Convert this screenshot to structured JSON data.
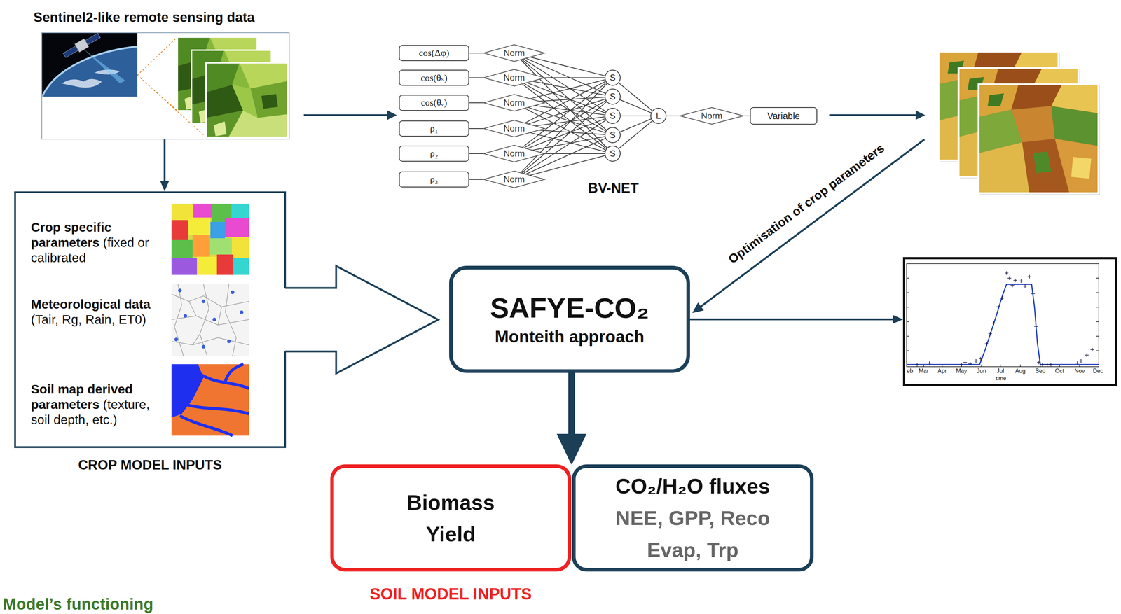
{
  "diagram": {
    "nodes": [
      {
        "text": [
          "Sentinel2-like remote sensing data"
        ]
      },
      {
        "text": [
          "cos(Δφ)"
        ]
      },
      {
        "text": [
          "cos(θₛ)"
        ]
      },
      {
        "text": [
          "cos(θᵥ)"
        ]
      },
      {
        "text": [
          "ρ₁"
        ]
      },
      {
        "text": [
          "ρ₂"
        ]
      },
      {
        "text": [
          "ρ₃"
        ]
      },
      {
        "text": [
          "Norm"
        ]
      },
      {
        "text": [
          "Norm"
        ]
      },
      {
        "text": [
          "Norm"
        ]
      },
      {
        "text": [
          "Norm"
        ]
      },
      {
        "text": [
          "Norm"
        ]
      },
      {
        "text": [
          "Norm"
        ]
      },
      {
        "text": [
          "S"
        ]
      },
      {
        "text": [
          "S"
        ]
      },
      {
        "text": [
          "S"
        ]
      },
      {
        "text": [
          "S"
        ]
      },
      {
        "text": [
          "S"
        ]
      },
      {
        "text": [
          "L"
        ]
      },
      {
        "text": [
          "Norm"
        ]
      },
      {
        "text": [
          "Variable"
        ]
      },
      {
        "text": [
          "Crop specific parameters",
          "(fixed or calibrated",
          "Meteorological data",
          "(Tair, Rg, Rain, ET0)",
          "Soil map derived parameters",
          "(texture, soil depth, etc.)",
          "CROP MODEL INPUTS"
        ]
      },
      {
        "text": [
          "SAFYE-CO₂",
          "Monteith approach"
        ]
      },
      {
        "text": [
          "eb",
          "Mar",
          "Apr",
          "May",
          "Jun",
          "Jul",
          "Aug",
          "Sep",
          "Oct",
          "Nov",
          "Dec",
          "time"
        ]
      },
      {
        "text": [
          "Biomass",
          "Yield",
          "SOIL MODEL INPUTS"
        ]
      },
      {
        "text": [
          "CO₂/H₂O fluxes",
          "NEE, GPP, Reco",
          "Evap, Trp"
        ]
      }
    ],
    "edges": [
      {
        "from": 0,
        "to": 21,
        "arrow": "to"
      },
      {
        "from": 1,
        "to": 7,
        "arrow": "none"
      },
      {
        "from": 2,
        "to": 8,
        "arrow": "none"
      },
      {
        "from": 3,
        "to": 9,
        "arrow": "none"
      },
      {
        "from": 4,
        "to": 10,
        "arrow": "none"
      },
      {
        "from": 5,
        "to": 11,
        "arrow": "none"
      },
      {
        "from": 6,
        "to": 12,
        "arrow": "none"
      },
      {
        "from": 7,
        "to": 13,
        "arrow": "none"
      },
      {
        "from": 7,
        "to": 14,
        "arrow": "none"
      },
      {
        "from": 7,
        "to": 15,
        "arrow": "none"
      },
      {
        "from": 7,
        "to": 16,
        "arrow": "none"
      },
      {
        "from": 7,
        "to": 17,
        "arrow": "none"
      },
      {
        "from": 8,
        "to": 13,
        "arrow": "none"
      },
      {
        "from": 8,
        "to": 14,
        "arrow": "none"
      },
      {
        "from": 8,
        "to": 15,
        "arrow": "none"
      },
      {
        "from": 8,
        "to": 16,
        "arrow": "none"
      },
      {
        "from": 8,
        "to": 17,
        "arrow": "none"
      },
      {
        "from": 9,
        "to": 13,
        "arrow": "none"
      },
      {
        "from": 9,
        "to": 14,
        "arrow": "none"
      },
      {
        "from": 9,
        "to": 15,
        "arrow": "none"
      },
      {
        "from": 9,
        "to": 16,
        "arrow": "none"
      },
      {
        "from": 9,
        "to": 17,
        "arrow": "none"
      },
      {
        "from": 10,
        "to": 13,
        "arrow": "none"
      },
      {
        "from": 10,
        "to": 14,
        "arrow": "none"
      },
      {
        "from": 10,
        "to": 15,
        "arrow": "none"
      },
      {
        "from": 10,
        "to": 16,
        "arrow": "none"
      },
      {
        "from": 10,
        "to": 17,
        "arrow": "none"
      },
      {
        "from": 11,
        "to": 13,
        "arrow": "none"
      },
      {
        "from": 11,
        "to": 14,
        "arrow": "none"
      },
      {
        "from": 11,
        "to": 15,
        "arrow": "none"
      },
      {
        "from": 11,
        "to": 16,
        "arrow": "none"
      },
      {
        "from": 11,
        "to": 17,
        "arrow": "none"
      },
      {
        "from": 12,
        "to": 13,
        "arrow": "none"
      },
      {
        "from": 12,
        "to": 14,
        "arrow": "none"
      },
      {
        "from": 12,
        "to": 15,
        "arrow": "none"
      },
      {
        "from": 12,
        "to": 16,
        "arrow": "none"
      },
      {
        "from": 12,
        "to": 17,
        "arrow": "none"
      },
      {
        "from": 13,
        "to": 18,
        "arrow": "none"
      },
      {
        "from": 14,
        "to": 18,
        "arrow": "none"
      },
      {
        "from": 15,
        "to": 18,
        "arrow": "none"
      },
      {
        "from": 16,
        "to": 18,
        "arrow": "none"
      },
      {
        "from": 17,
        "to": 18,
        "arrow": "none"
      },
      {
        "from": 18,
        "to": 19,
        "arrow": "none"
      },
      {
        "from": 19,
        "to": 20,
        "arrow": "none"
      },
      {
        "from": 21,
        "to": 22,
        "arrow": "to"
      },
      {
        "from": 22,
        "to": 23,
        "arrow": "to"
      },
      {
        "from": 22,
        "to": 24,
        "arrow": "to"
      },
      {
        "from": 22,
        "to": 25,
        "arrow": "to"
      }
    ],
    "labels": [
      "BV-NET",
      "Optimisation of crop parameters",
      "Model’s functioning"
    ]
  }
}
